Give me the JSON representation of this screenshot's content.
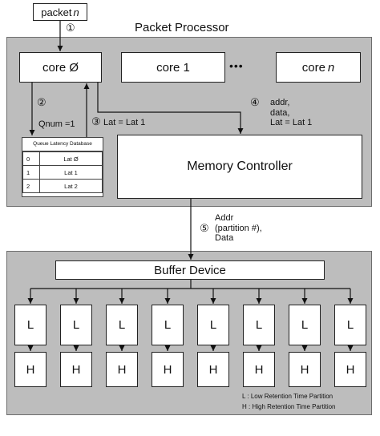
{
  "packet_input": {
    "label": "packet ",
    "var": "n"
  },
  "step_labels": {
    "s1": "①",
    "s2": "②",
    "s3": "③",
    "s4": "④",
    "s5": "⑤"
  },
  "processor": {
    "title": "Packet Processor",
    "cores": [
      {
        "label": "core Ø"
      },
      {
        "label": "core 1"
      },
      {
        "label": "core ",
        "var": "n"
      }
    ],
    "ellipsis": "•••",
    "qnum_text": "Qnum =1",
    "lat_text": "Lat = Lat 1",
    "addr_block": [
      "addr,",
      "data,",
      "Lat = Lat 1"
    ],
    "memory_controller": "Memory Controller",
    "database": {
      "title": "Queue Latency Database",
      "rows": [
        {
          "idx": "0",
          "value": "Lat Ø"
        },
        {
          "idx": "1",
          "value": "Lat 1"
        },
        {
          "idx": "2",
          "value": "Lat 2"
        }
      ]
    }
  },
  "bus_label": [
    "Addr",
    "(partition #),",
    "Data"
  ],
  "buffer": {
    "title": "Buffer Device",
    "low_cells": [
      "L",
      "L",
      "L",
      "L",
      "L",
      "L",
      "L",
      "L"
    ],
    "high_cells": [
      "H",
      "H",
      "H",
      "H",
      "H",
      "H",
      "H",
      "H"
    ],
    "legend": [
      "L : Low Retention Time Partition",
      "H : High Retention Time Partition"
    ]
  },
  "colors": {
    "panel": "#bdbdbd",
    "box": "#ffffff",
    "line": "#111111"
  }
}
